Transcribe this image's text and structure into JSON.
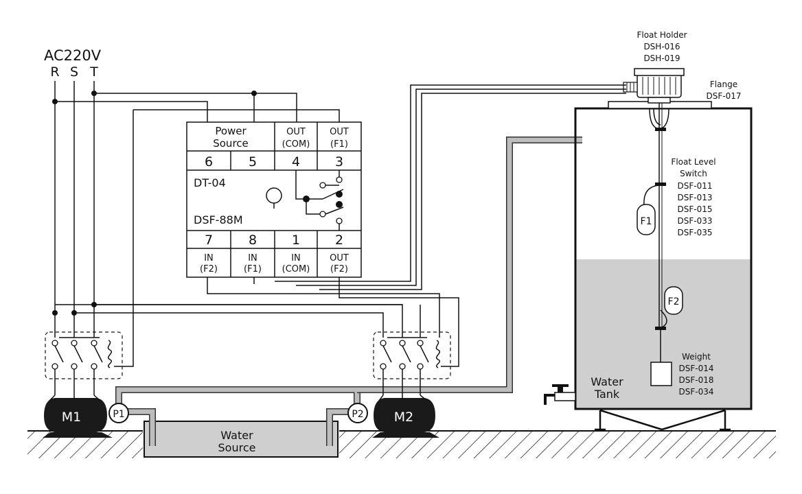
{
  "supply": {
    "voltage": "AC220V",
    "phase_r": "R",
    "phase_s": "S",
    "phase_t": "T"
  },
  "relay": {
    "model_top": "DT-04",
    "model_bottom": "DSF-88M",
    "top_headers": {
      "power1": "Power",
      "power2": "Source",
      "com1": "OUT",
      "com2": "(COM)",
      "f1a": "OUT",
      "f1b": "(F1)"
    },
    "top_terminals": [
      "6",
      "5",
      "4",
      "3"
    ],
    "bottom_terminals": [
      "7",
      "8",
      "1",
      "2"
    ],
    "bottom_headers": {
      "in_f2_1": "IN",
      "in_f2_2": "(F2)",
      "in_f1_1": "IN",
      "in_f1_2": "(F1)",
      "in_com_1": "IN",
      "in_com_2": "(COM)",
      "out_f2_1": "OUT",
      "out_f2_2": "(F2)"
    }
  },
  "motors": {
    "m1": "M1",
    "m2": "M2"
  },
  "pumps": {
    "p1": "P1",
    "p2": "P2"
  },
  "water_source": {
    "line1": "Water",
    "line2": "Source"
  },
  "tank": {
    "line1": "Water",
    "line2": "Tank"
  },
  "float_holder": {
    "title": "Float Holder",
    "model1": "DSH-016",
    "model2": "DSH-019"
  },
  "flange": {
    "title": "Flange",
    "model": "DSF-017"
  },
  "float_switch": {
    "line1": "Float Level",
    "line2": "Switch",
    "models": [
      "DSF-011",
      "DSF-013",
      "DSF-015",
      "DSF-033",
      "DSF-035"
    ]
  },
  "floats": {
    "f1": "F1",
    "f2": "F2"
  },
  "weight": {
    "title": "Weight",
    "models": [
      "DSF-014",
      "DSF-018",
      "DSF-034"
    ]
  },
  "colors": {
    "line": "#111111",
    "water": "#cfcfcf",
    "pipe": "#bdbdbd",
    "motor": "#1a1a1a"
  }
}
